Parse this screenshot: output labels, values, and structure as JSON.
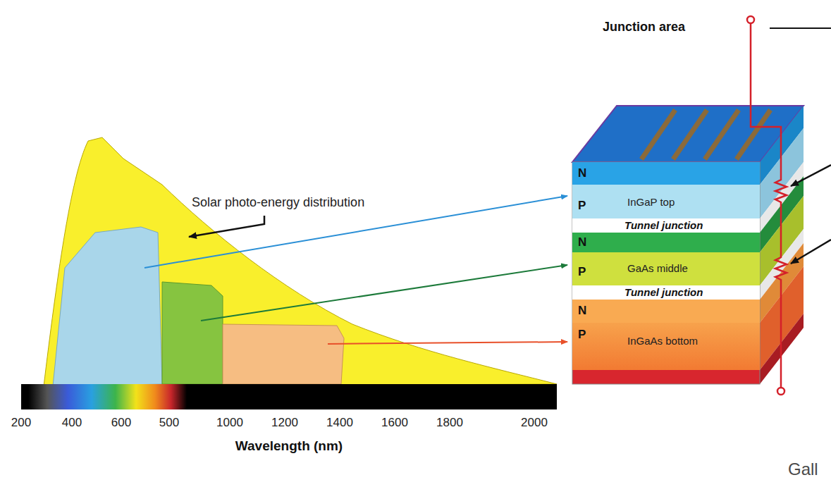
{
  "diagram": {
    "nodes": [
      {
        "text": [
          "N",
          "P",
          "InGaP top"
        ]
      },
      {
        "text": [
          "Tunnel junction"
        ]
      },
      {
        "text": [
          "N",
          "P",
          "GaAs middle"
        ]
      },
      {
        "text": [
          "Tunnel junction"
        ]
      },
      {
        "text": [
          "N",
          "P",
          "InGaAs bottom"
        ]
      }
    ],
    "labels": [
      "Junction area",
      "Solar photo-energy distribution",
      "200",
      "400",
      "600",
      "500",
      "1000",
      "1200",
      "1400",
      "1600",
      "1800",
      "2000",
      "Wavelength (nm)",
      "Gall"
    ]
  }
}
